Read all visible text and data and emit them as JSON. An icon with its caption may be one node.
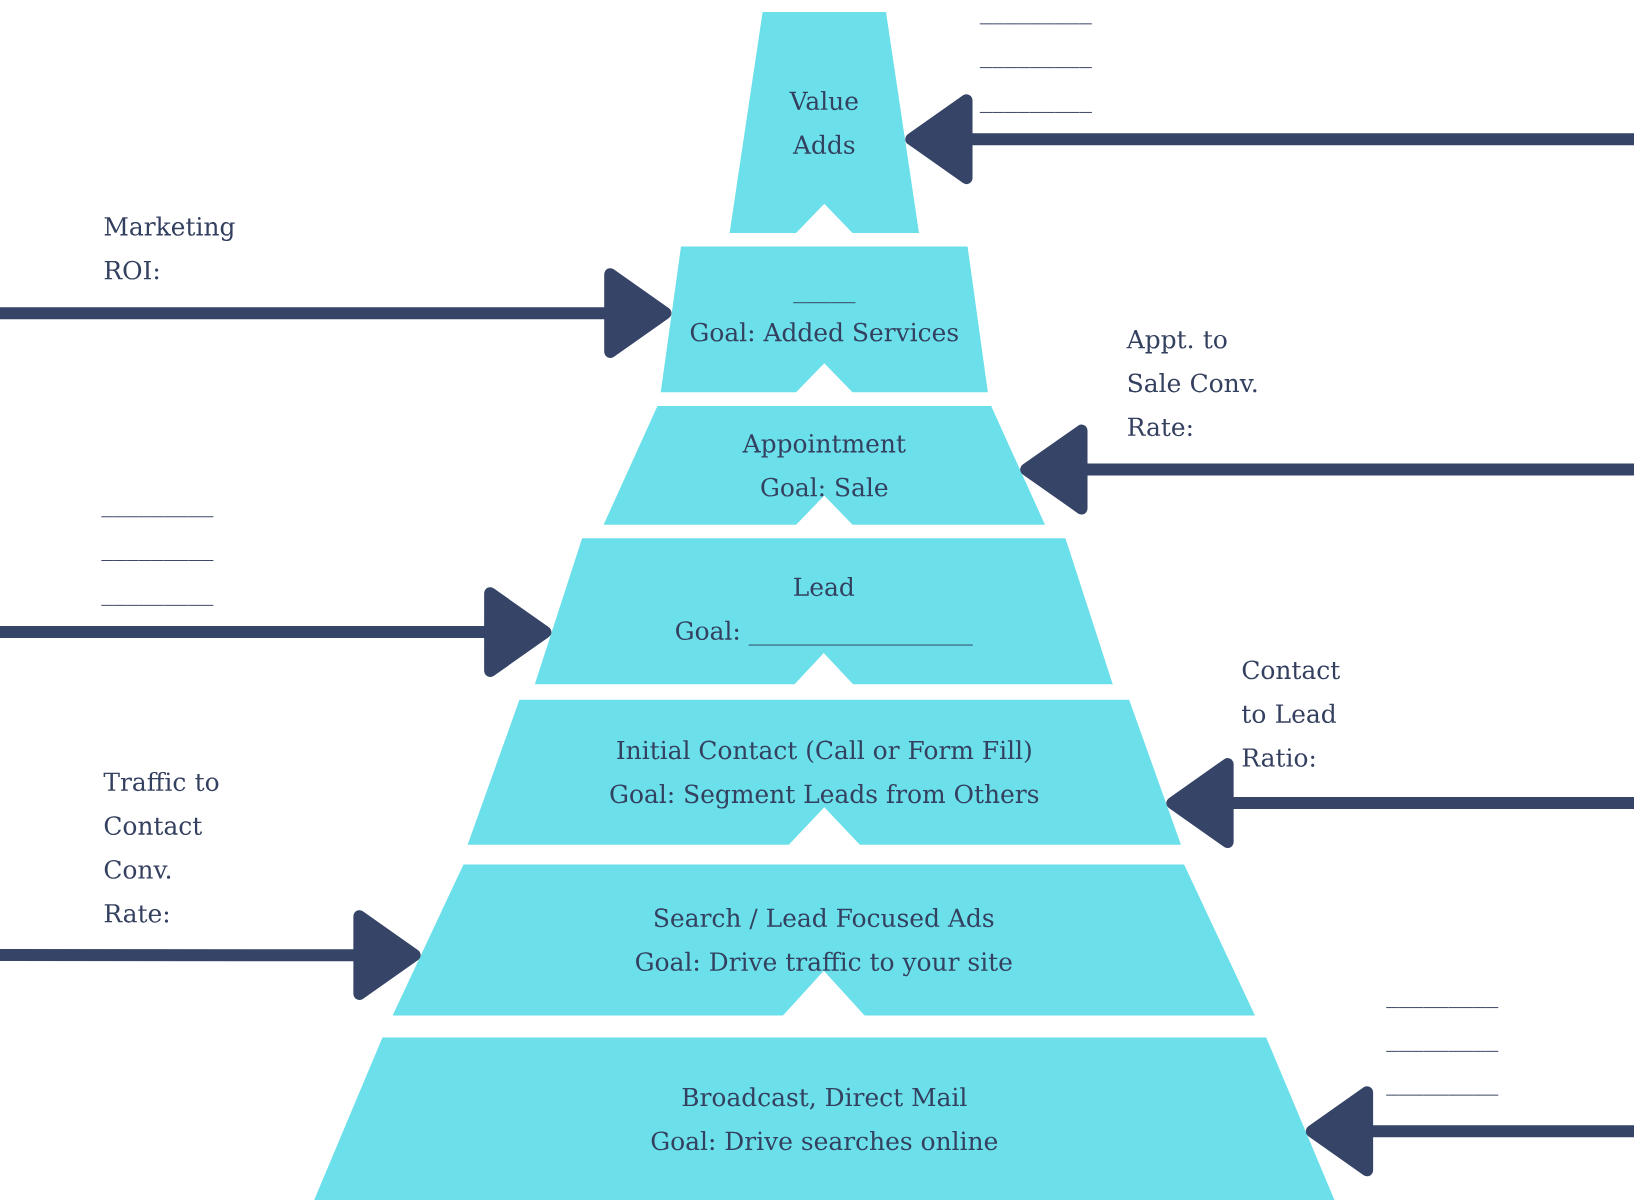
{
  "diagram": {
    "nodes": [
      {
        "text": [
          "Value Adds"
        ]
      },
      {
        "text": [
          "_____",
          "Goal: Added Services"
        ]
      },
      {
        "text": [
          "Appointment",
          "Goal: Sale"
        ]
      },
      {
        "text": [
          "Lead",
          "Goal: __________________"
        ]
      },
      {
        "text": [
          "Initial Contact (Call or Form Fill)",
          "Goal: Segment Leads from Others"
        ]
      },
      {
        "text": [
          "Search / Lead Focused Ads",
          "Goal: Drive traffic to your site"
        ]
      },
      {
        "text": [
          "Broadcast, Direct Mail",
          "Goal: Drive searches online"
        ]
      }
    ],
    "edges": [
      {
        "from": null,
        "to": 0,
        "arrow": "to"
      },
      {
        "from": null,
        "to": 1,
        "arrow": "to"
      },
      {
        "from": null,
        "to": 2,
        "arrow": "to"
      },
      {
        "from": null,
        "to": 3,
        "arrow": "to"
      },
      {
        "from": null,
        "to": 4,
        "arrow": "to"
      },
      {
        "from": null,
        "to": 5,
        "arrow": "to"
      },
      {
        "from": null,
        "to": 6,
        "arrow": "to"
      }
    ],
    "labels": [
      "_________",
      "_________",
      "_________",
      "Marketing ROI:",
      "Appt. to Sale Conv. Rate:",
      "_________",
      "_________",
      "_________",
      "Contact to Lead Ratio:",
      "Traffic to Contact Conv. Rate:",
      "_________",
      "_________",
      "_________"
    ]
  }
}
